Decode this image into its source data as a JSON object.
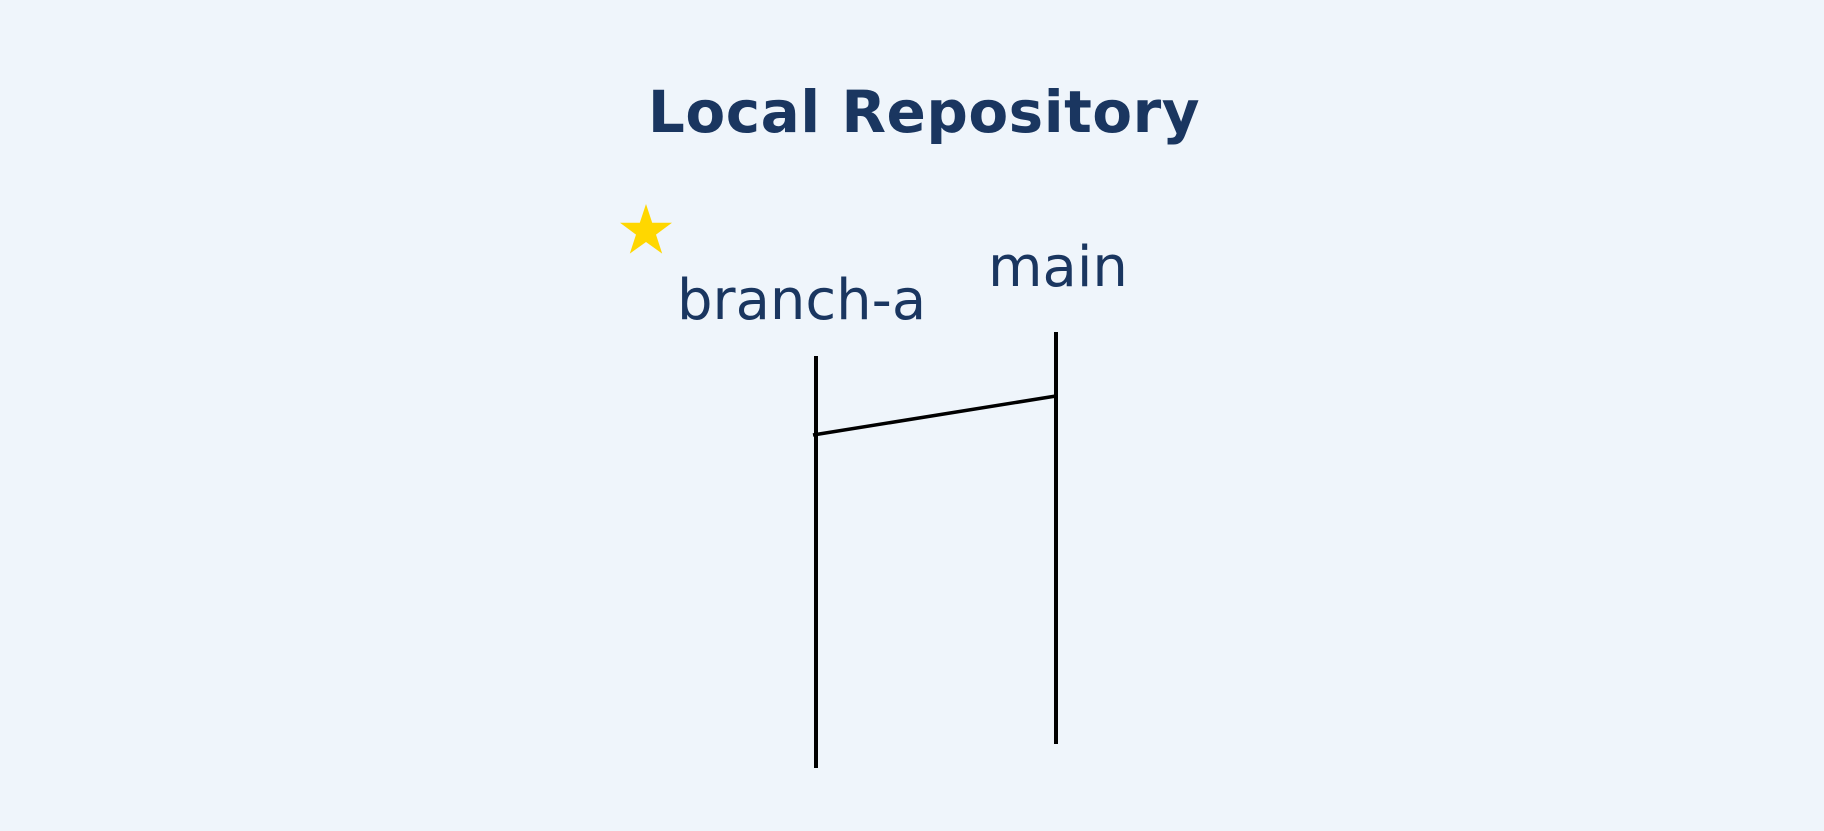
{
  "diagram": {
    "title": "Local Repository",
    "current_branch_marker": "star-icon",
    "colors": {
      "background": "#eff5fb",
      "text": "#1a3660",
      "line": "#000000",
      "star": "#ffd700"
    },
    "branches": [
      {
        "id": "branch-a",
        "label": "branch-a",
        "current": true
      },
      {
        "id": "main",
        "label": "main",
        "current": false
      }
    ]
  }
}
